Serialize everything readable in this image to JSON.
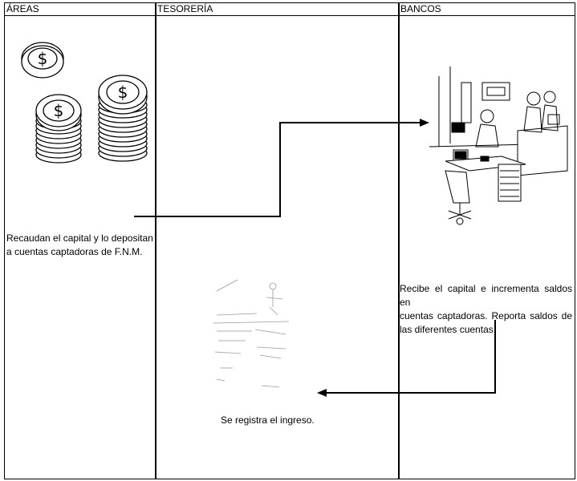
{
  "lanes": {
    "areas": "ÁREAS",
    "tesoreria": "TESORERÍA",
    "bancos": "BANCOS"
  },
  "steps": {
    "areas_text": [
      "Recaudan el capital y lo depositan",
      "a cuentas captadoras de F.N.M."
    ],
    "bancos_text": [
      "Recibe el capital e incrementa saldos en",
      "cuentas captadoras. Reporta saldos de",
      "las diferentes cuentas."
    ],
    "tesoreria_text": "Se registra el ingreso."
  },
  "illustrations": {
    "areas": "coins-stack-dollar-icon",
    "bancos": "bank-office-workers-icon",
    "tesoreria": "office-desk-sketch-icon"
  }
}
